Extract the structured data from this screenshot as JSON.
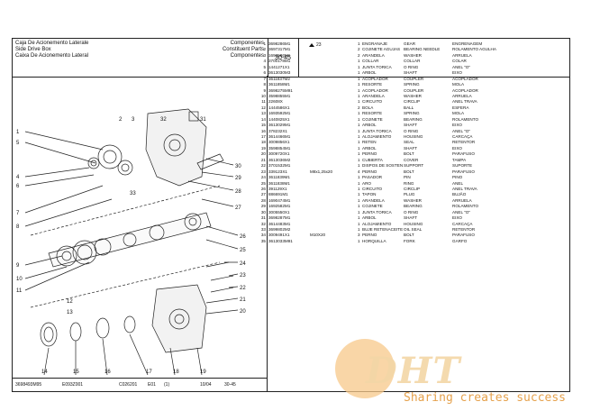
{
  "header": {
    "title_lines": [
      {
        "left": "Caja De Acionemento Laterale",
        "right": "Componentes"
      },
      {
        "left": "Side Drive Box",
        "right": "Constituent Parts"
      },
      {
        "left": "Caixa De Acionemento Lateral",
        "right": "Componentes"
      }
    ],
    "page_code": "30-45"
  },
  "drawing": {
    "callouts": [
      "1",
      "2",
      "3",
      "32",
      "31",
      "5",
      "4",
      "6",
      "7",
      "30",
      "8",
      "9",
      "29",
      "28",
      "27",
      "33",
      "10",
      "11",
      "12",
      "13",
      "26",
      "25",
      "24",
      "23",
      "22",
      "21",
      "20",
      "19",
      "18",
      "17",
      "16",
      "15",
      "14"
    ]
  },
  "reference_marker": "23",
  "parts": [
    {
      "ref": "1",
      "part": "3698286M1",
      "dim": "",
      "qty": "1",
      "fr": "ENGRANAJE",
      "en": "GEAR",
      "pt": "ENGRENAGEM"
    },
    {
      "ref": "2",
      "part": "3697317M1",
      "dim": "",
      "qty": "2",
      "fr": "COJINETE AGUJAS",
      "en": "BEARING NEEDLE",
      "pt": "ROLAMENTO AGULHA"
    },
    {
      "ref": "3",
      "part": "1693586M1",
      "dim": "",
      "qty": "2",
      "fr": "ARANDELA",
      "en": "WASHER",
      "pt": "ARRUELA"
    },
    {
      "ref": "4",
      "part": "3700178M1",
      "dim": "",
      "qty": "1",
      "fr": "COLLAR",
      "en": "COLLAR",
      "pt": "COLAR"
    },
    {
      "ref": "5",
      "part": "1441271X1",
      "dim": "",
      "qty": "1",
      "fr": "JUNTA TORICA",
      "en": "O RING",
      "pt": "ANEL \"O\""
    },
    {
      "ref": "6",
      "part": "3613030M3",
      "dim": "",
      "qty": "1",
      "fr": "ARBOL",
      "en": "SHAFT",
      "pt": "EIXO"
    },
    {
      "ref": "7",
      "part": "3611837M2",
      "dim": "",
      "qty": "1",
      "fr": "ACOPLADOR",
      "en": "COUPLER",
      "pt": "ACOPLADOR"
    },
    {
      "ref": "8",
      "part": "3611858M1",
      "dim": "",
      "qty": "1",
      "fr": "RESORTE",
      "en": "SPRING",
      "pt": "MOLA"
    },
    {
      "ref": "9",
      "part": "3698275M91",
      "dim": "",
      "qty": "1",
      "fr": "ACOPLADOR",
      "en": "COUPLER",
      "pt": "ACOPLADOR"
    },
    {
      "ref": "10",
      "part": "3598855M1",
      "dim": "",
      "qty": "1",
      "fr": "ARANDELA",
      "en": "WASHER",
      "pt": "ARRUELA"
    },
    {
      "ref": "11",
      "part": "22608X",
      "dim": "",
      "qty": "1",
      "fr": "CIRCUITO",
      "en": "CIRCLIP",
      "pt": "ANEL TRAVA"
    },
    {
      "ref": "12",
      "part": "1444586X1",
      "dim": "",
      "qty": "2",
      "fr": "BOLA",
      "en": "BALL",
      "pt": "ESFERA"
    },
    {
      "ref": "13",
      "part": "1693592M1",
      "dim": "",
      "qty": "1",
      "fr": "RESORTE",
      "en": "SPRING",
      "pt": "MOLA"
    },
    {
      "ref": "14",
      "part": "1440825X1",
      "dim": "",
      "qty": "1",
      "fr": "COJINETE",
      "en": "BEARING",
      "pt": "ROLAMENTO"
    },
    {
      "ref": "15",
      "part": "3613029M1",
      "dim": "",
      "qty": "1",
      "fr": "ARBOL",
      "en": "SHAFT",
      "pt": "EIXO"
    },
    {
      "ref": "16",
      "part": "378232X1",
      "dim": "",
      "qty": "1",
      "fr": "JUNTA TORICA",
      "en": "O RING",
      "pt": "ANEL \"O\""
    },
    {
      "ref": "17",
      "part": "3614466M1",
      "dim": "",
      "qty": "1",
      "fr": "ALOJAMIENTO",
      "en": "HOUSING",
      "pt": "CARCAÇA"
    },
    {
      "ref": "18",
      "part": "3009856X1",
      "dim": "",
      "qty": "1",
      "fr": "RETEN",
      "en": "SEAL",
      "pt": "RETENTOR"
    },
    {
      "ref": "19",
      "part": "3598854M1",
      "dim": "",
      "qty": "1",
      "fr": "ARBOL",
      "en": "SHAFT",
      "pt": "EIXO"
    },
    {
      "ref": "20",
      "part": "3009720X1",
      "dim": "",
      "qty": "1",
      "fr": "PERNO",
      "en": "BOLT",
      "pt": "PARAFUSO"
    },
    {
      "ref": "21",
      "part": "3613036M2",
      "dim": "",
      "qty": "1",
      "fr": "CUBIERTA",
      "en": "COVER",
      "pt": "TAMPA"
    },
    {
      "ref": "22",
      "part": "3701532M1",
      "dim": "",
      "qty": "1",
      "fr": "DISPOS.DE SOSTEN",
      "en": "SUPPORT",
      "pt": "SUPORTE"
    },
    {
      "ref": "23",
      "part": "339123X1",
      "dim": "M8x1,25x20",
      "qty": "4",
      "fr": "PERNO",
      "en": "BOLT",
      "pt": "PARAFUSO"
    },
    {
      "ref": "24",
      "part": "3611839M1",
      "dim": "",
      "qty": "1",
      "fr": "PASADOR",
      "en": "PIN",
      "pt": "PINO"
    },
    {
      "ref": "25",
      "part": "3611838M1",
      "dim": "",
      "qty": "1",
      "fr": "ARO",
      "en": "RING",
      "pt": "ANEL"
    },
    {
      "ref": "26",
      "part": "391129X1",
      "dim": "",
      "qty": "1",
      "fr": "CIRCUITO",
      "en": "CIRCLIP",
      "pt": "ANEL TRAVA"
    },
    {
      "ref": "27",
      "part": "886691M1",
      "dim": "",
      "qty": "1",
      "fr": "TAPON",
      "en": "PLUG",
      "pt": "BUJÃO"
    },
    {
      "ref": "28",
      "part": "1690474M1",
      "dim": "",
      "qty": "1",
      "fr": "ARANDELA",
      "en": "WASHER",
      "pt": "ARRUELA"
    },
    {
      "ref": "29",
      "part": "1692582M1",
      "dim": "",
      "qty": "1",
      "fr": "COJINETE",
      "en": "BEARING",
      "pt": "ROLAMENTO"
    },
    {
      "ref": "30",
      "part": "3005550X1",
      "dim": "",
      "qty": "1",
      "fr": "JUNTA TORICA",
      "en": "O RING",
      "pt": "ANEL \"O\""
    },
    {
      "ref": "31",
      "part": "3698287M1",
      "dim": "",
      "qty": "1",
      "fr": "ARBOL",
      "en": "SHAFT",
      "pt": "EIXO"
    },
    {
      "ref": "32",
      "part": "3614483M1",
      "dim": "",
      "qty": "1",
      "fr": "ALOJAMIENTO",
      "en": "HOUSING",
      "pt": "CARCAÇA"
    },
    {
      "ref": "33",
      "part": "3699802M2",
      "dim": "",
      "qty": "1",
      "fr": "BUJE RETENACEITE",
      "en": "OIL SEAL",
      "pt": "RETENTOR"
    },
    {
      "ref": "34",
      "part": "3009491X1",
      "dim": "M10X20",
      "qty": "3",
      "fr": "PERNO",
      "en": "BOLT",
      "pt": "PARAFUSO"
    },
    {
      "ref": "35",
      "part": "3613033M91",
      "dim": "",
      "qty": "1",
      "fr": "HORQUILLA",
      "en": "FORK",
      "pt": "GARFO"
    }
  ],
  "footer": {
    "doc_number": "3698493M95",
    "code_a": "E093Z001",
    "code_b": "C026201",
    "code_c": "E01",
    "code_d": "(1)",
    "date": "10/04",
    "page": "30-45"
  },
  "watermark": {
    "logo": "DHT",
    "slogan": "Sharing creates success"
  }
}
